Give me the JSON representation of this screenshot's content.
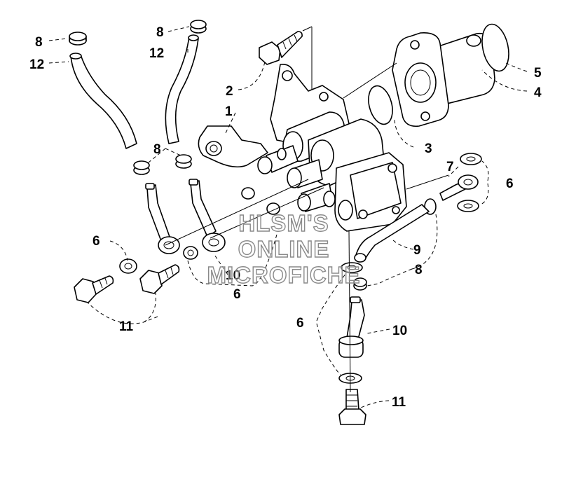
{
  "diagram": {
    "callouts": {
      "c1": "1",
      "c2": "2",
      "c3": "3",
      "c4": "4",
      "c5": "5",
      "c6a": "6",
      "c6b": "6",
      "c6c": "6",
      "c6d": "6",
      "c7": "7",
      "c8a": "8",
      "c8b": "8",
      "c8c": "8",
      "c8d": "8",
      "c9": "9",
      "c10a": "10",
      "c10b": "10",
      "c11a": "11",
      "c11b": "11",
      "c12a": "12",
      "c12b": "12"
    },
    "watermark": {
      "line1": "HLSM'S",
      "line2": "ONLINE",
      "line3": "MICROFICHE"
    },
    "colors": {
      "ink": "#000000",
      "paper": "#ffffff",
      "watermark_outline": "#8a8a8a"
    }
  }
}
